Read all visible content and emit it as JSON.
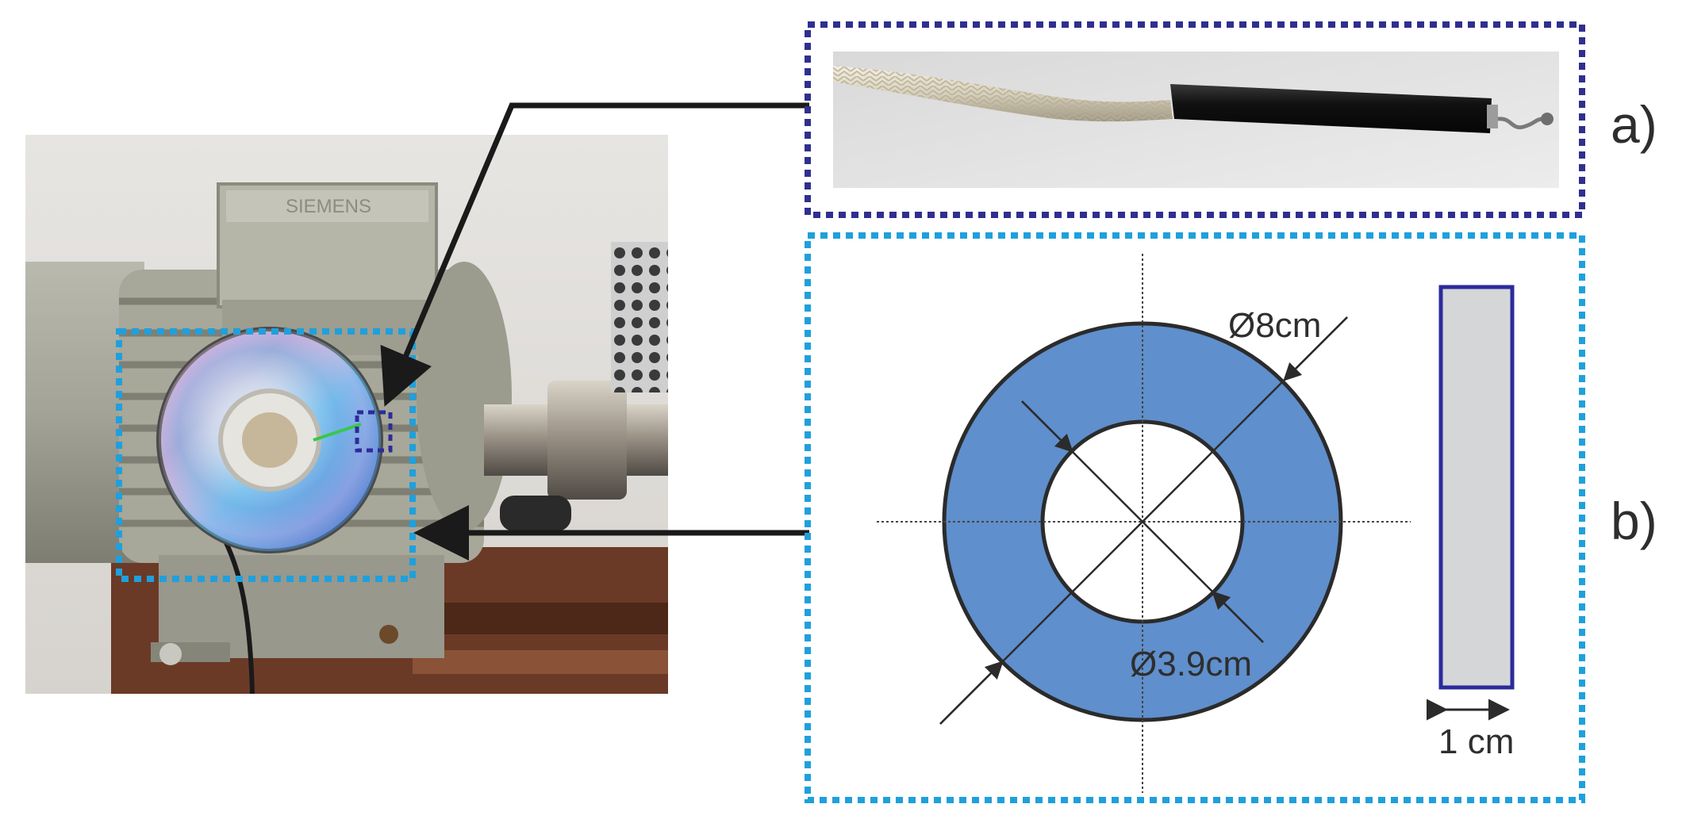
{
  "panels": {
    "a": {
      "label": "a)"
    },
    "b": {
      "label": "b)"
    }
  },
  "dimensions": {
    "outer_diameter": "Ø8cm",
    "inner_diameter": "Ø3.9cm",
    "thickness": "1 cm"
  },
  "photo": {
    "motor_nameplate_text": "SIEMENS"
  },
  "colors": {
    "panel_a_border": "#2f2f8f",
    "panel_b_border": "#1fa0dc",
    "ring_fill": "#5f8fcc",
    "ring_outline": "#2b2b2b",
    "side_view_fill": "#d4d6d8",
    "side_view_outline": "#2b2b9b",
    "arrow": "#1a1a1a"
  }
}
